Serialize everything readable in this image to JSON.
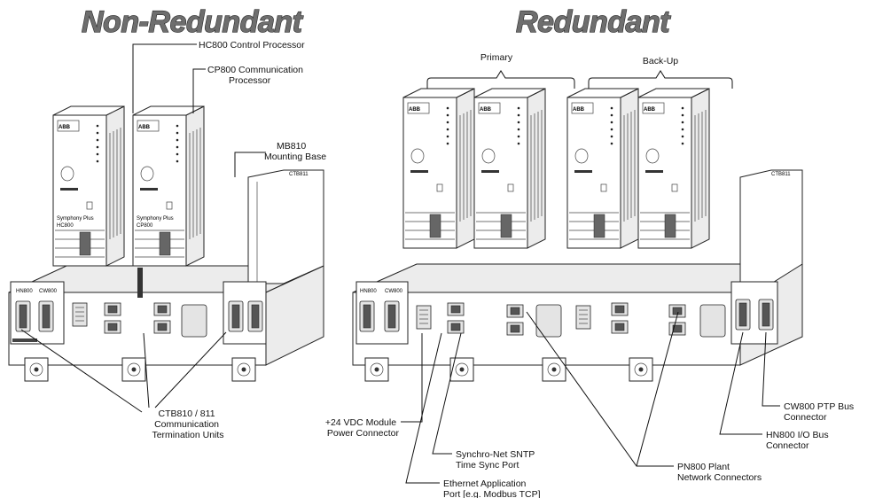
{
  "titles": {
    "non_redundant": "Non-Redundant",
    "redundant": "Redundant"
  },
  "groups": {
    "primary": "Primary",
    "backup": "Back-Up"
  },
  "labels": {
    "hc800": [
      "HC800 Control Processor"
    ],
    "cp800": [
      "CP800 Communication",
      "Processor"
    ],
    "mb810": [
      "MB810",
      "Mounting Base"
    ],
    "ctb810": [
      "CTB810 / 811",
      "Communication",
      "Termination Units"
    ],
    "vdc": [
      "+24 VDC Module",
      "Power Connector"
    ],
    "ethernet": [
      "Ethernet Application",
      "Port [e.g. Modbus TCP]"
    ],
    "synchro": [
      "Synchro-Net SNTP",
      "Time Sync Port"
    ],
    "pn800": [
      "PN800 Plant",
      "Network Connectors"
    ],
    "hn800": [
      "HN800 I/O Bus",
      "Connector"
    ],
    "cw800": [
      "CW800 PTP Bus",
      "Connector"
    ]
  },
  "module_text": {
    "logo": "ABB",
    "brand": "Symphony Plus",
    "hc_model": "HC800",
    "cp_model": "CP800",
    "ctb_model": "CTB811",
    "hn_tag": "HN800",
    "cw_tag": "CW800"
  }
}
